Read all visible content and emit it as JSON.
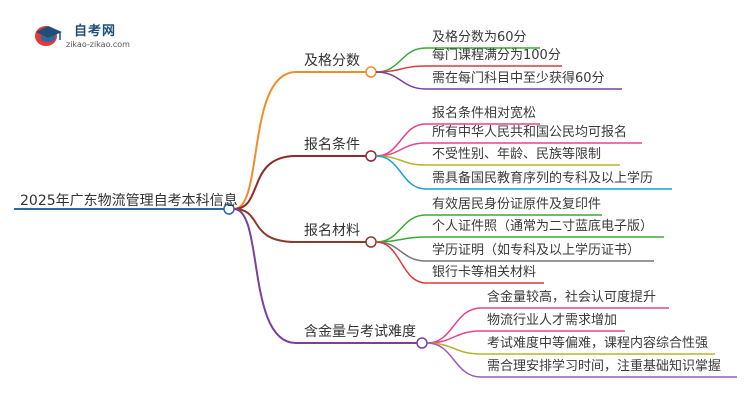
{
  "logo": {
    "title": "自考网",
    "subtitle": "zikao-zikao.com"
  },
  "mindmap": {
    "root": "2025年广东物流管理自考本科信息",
    "branches": [
      {
        "label": "及格分数",
        "color": "#f28c28",
        "leaves": [
          {
            "text": "及格分数为60分",
            "color": "#3aaa35"
          },
          {
            "text": "每门课程满分为100分",
            "color": "#d83a3a"
          },
          {
            "text": "需在每门科目中至少获得60分",
            "color": "#7b3fa0"
          }
        ]
      },
      {
        "label": "报名条件",
        "color": "#8b2b2b",
        "leaves": [
          {
            "text": "报名条件相对宽松",
            "color": "#e8428c"
          },
          {
            "text": "所有中华人民共和国公民均可报名",
            "color": "#e8428c"
          },
          {
            "text": "不受性别、年龄、民族等限制",
            "color": "#b5b52a"
          },
          {
            "text": "需具备国民教育序列的专科及以上学历",
            "color": "#1ea0c8"
          }
        ]
      },
      {
        "label": "报名材料",
        "color": "#8b3b2b",
        "leaves": [
          {
            "text": "有效居民身份证原件及复印件",
            "color": "#3aaa35"
          },
          {
            "text": "个人证件照（通常为二寸蓝底电子版）",
            "color": "#3aaa35"
          },
          {
            "text": "学历证明（如专科及以上学历证书）",
            "color": "#777777"
          },
          {
            "text": "银行卡等相关材料",
            "color": "#d83a3a"
          }
        ]
      },
      {
        "label": "含金量与考试难度",
        "color": "#7b3fa0",
        "leaves": [
          {
            "text": "含金量较高，社会认可度提升",
            "color": "#e8428c"
          },
          {
            "text": "物流行业人才需求增加",
            "color": "#e8428c"
          },
          {
            "text": "考试难度中等偏难，课程内容综合性强",
            "color": "#b5b52a"
          },
          {
            "text": "需合理安排学习时间，注重基础知识掌握",
            "color": "#9b59b6"
          }
        ]
      }
    ]
  }
}
